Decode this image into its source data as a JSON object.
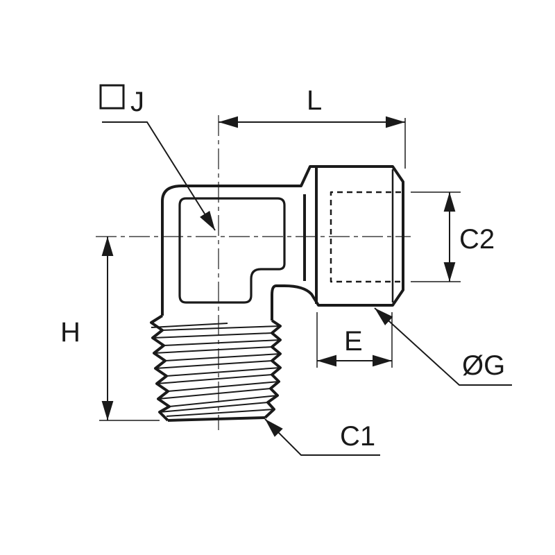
{
  "drawing": {
    "ink_color": "#1a1a1a",
    "background": "#ffffff",
    "labels": {
      "hex_size_prefix": "□",
      "hex_size": "J",
      "length": "L",
      "height": "H",
      "tube_thread": "C2",
      "male_thread": "C1",
      "thread_length": "E",
      "tube_od": "ØG"
    }
  }
}
